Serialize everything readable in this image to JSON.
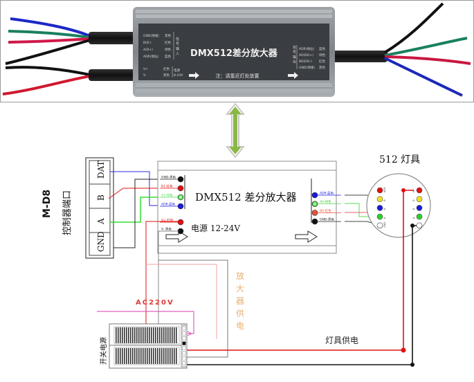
{
  "photo": {
    "device_title": "DMX512差分放大器",
    "note": "注：请靠近灯处放置",
    "input_side": {
      "group_label": "信号输入",
      "rows": [
        {
          "pin": "GND(地线)",
          "color": "黑色"
        },
        {
          "pin": "B(D-)",
          "color": "红色"
        },
        {
          "pin": "A(D+)",
          "color": "绿色"
        },
        {
          "pin": "ADR(地址)",
          "color": "蓝色"
        }
      ]
    },
    "power_side": {
      "rows": [
        {
          "pin": "V+",
          "color": "红色"
        },
        {
          "pin": "V-",
          "color": "黑色"
        }
      ],
      "label": "电源",
      "range": "8-24V"
    },
    "output_side": {
      "group_label": "信号输出",
      "rows": [
        {
          "pin": "ADR(地址)",
          "color": "蓝色"
        },
        {
          "pin": "AO(DO+)",
          "color": "绿色"
        },
        {
          "pin": "BO(DO-)",
          "color": "红色"
        },
        {
          "pin": "GND(地线)",
          "color": "黑色"
        }
      ]
    }
  },
  "controller": {
    "model": "M-D8",
    "name": "控制器端口",
    "terminals": [
      "DAT",
      "B",
      "A",
      "GND"
    ]
  },
  "amplifier": {
    "title": "DMX512 差分放大器",
    "power_label": "电源 12-24V",
    "input_pins": [
      {
        "label": "GND-黑色",
        "color": "#111111"
      },
      {
        "label": "B1-红色",
        "color": "#e01010"
      },
      {
        "label": "A1-绿色",
        "color": "#4cd94c"
      },
      {
        "label": "ADR-蓝色",
        "color": "#1a1adc"
      }
    ],
    "power_pins": [
      {
        "label": "V+ 红色",
        "color": "#e01010"
      },
      {
        "label": "V- 黑色",
        "color": "#111111"
      }
    ],
    "output_pins": [
      {
        "label": "ADR-蓝色",
        "color": "#1a1adc"
      },
      {
        "label": "A0-绿色",
        "color": "#3ccf3c"
      },
      {
        "label": "B0-红色",
        "color": "#e8503a"
      },
      {
        "label": "GND-黑色",
        "color": "#111111"
      }
    ]
  },
  "fixture": {
    "title": "512 灯具",
    "left_pins": [
      {
        "label": "ADR",
        "color": "#e01010"
      },
      {
        "label": "B",
        "color": "#f0e020"
      },
      {
        "label": "B",
        "color": "#1a1adc"
      },
      {
        "label": "A",
        "color": "#2ad02a"
      },
      {
        "label": "GND",
        "color": "#ffffff"
      }
    ],
    "right_pins": [
      {
        "label": "V+",
        "color": "#e01010"
      },
      {
        "label": "B",
        "color": "#f0e020"
      },
      {
        "label": "B",
        "color": "#1a1adc"
      },
      {
        "label": "A",
        "color": "#2ad02a"
      },
      {
        "label": "V-",
        "color": "#ffffff"
      }
    ]
  },
  "psu": {
    "name": "开关电源",
    "ac_label": "AC220V"
  },
  "labels": {
    "amp_supply": [
      "放",
      "大",
      "器",
      "供",
      "电"
    ],
    "fixture_supply": "灯具供电"
  },
  "colors": {
    "red_wire": "#e01010",
    "black_wire": "#111111",
    "blue_wire": "#2a2ae0",
    "green_wire": "#33dd33",
    "pink_wire": "#e060c0",
    "amp_supply_text": "#e8b070",
    "ac_text": "#e03a3a",
    "arrow_green": "#8ab844"
  }
}
